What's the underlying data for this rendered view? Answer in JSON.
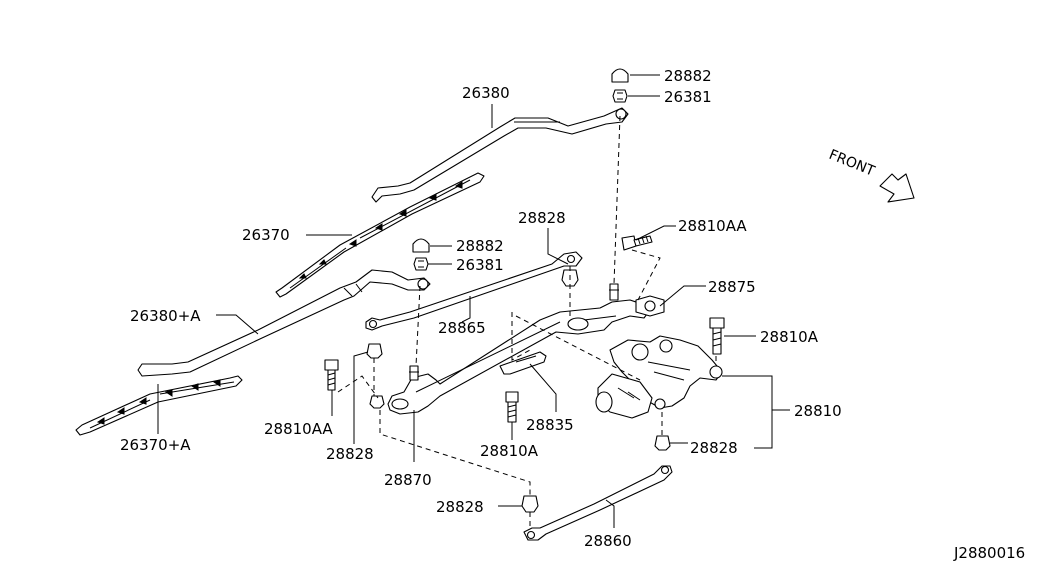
{
  "diagram_id": "J2880016",
  "front_label": "FRONT",
  "callouts": {
    "cap_top": "28882",
    "nut_top": "26381",
    "arm_main": "26380",
    "blade_main": "26370",
    "cap_mid": "28882",
    "nut_mid": "26381",
    "bushing_upper": "28828",
    "bolt_bracket": "28810AA",
    "link_crank": "28875",
    "arm_passenger": "26380+A",
    "link_rod_upper": "28865",
    "bolt_motor": "28810A",
    "motor_assembly": "28810",
    "blade_passenger": "26370+A",
    "bolt_pivot_left": "28810AA",
    "bushing_left": "28828",
    "bracket_clip": "28835",
    "bolt_center": "28810A",
    "bushing_motor": "28828",
    "pivot_frame": "28870",
    "bushing_lower": "28828",
    "link_rod_lower": "28860"
  }
}
